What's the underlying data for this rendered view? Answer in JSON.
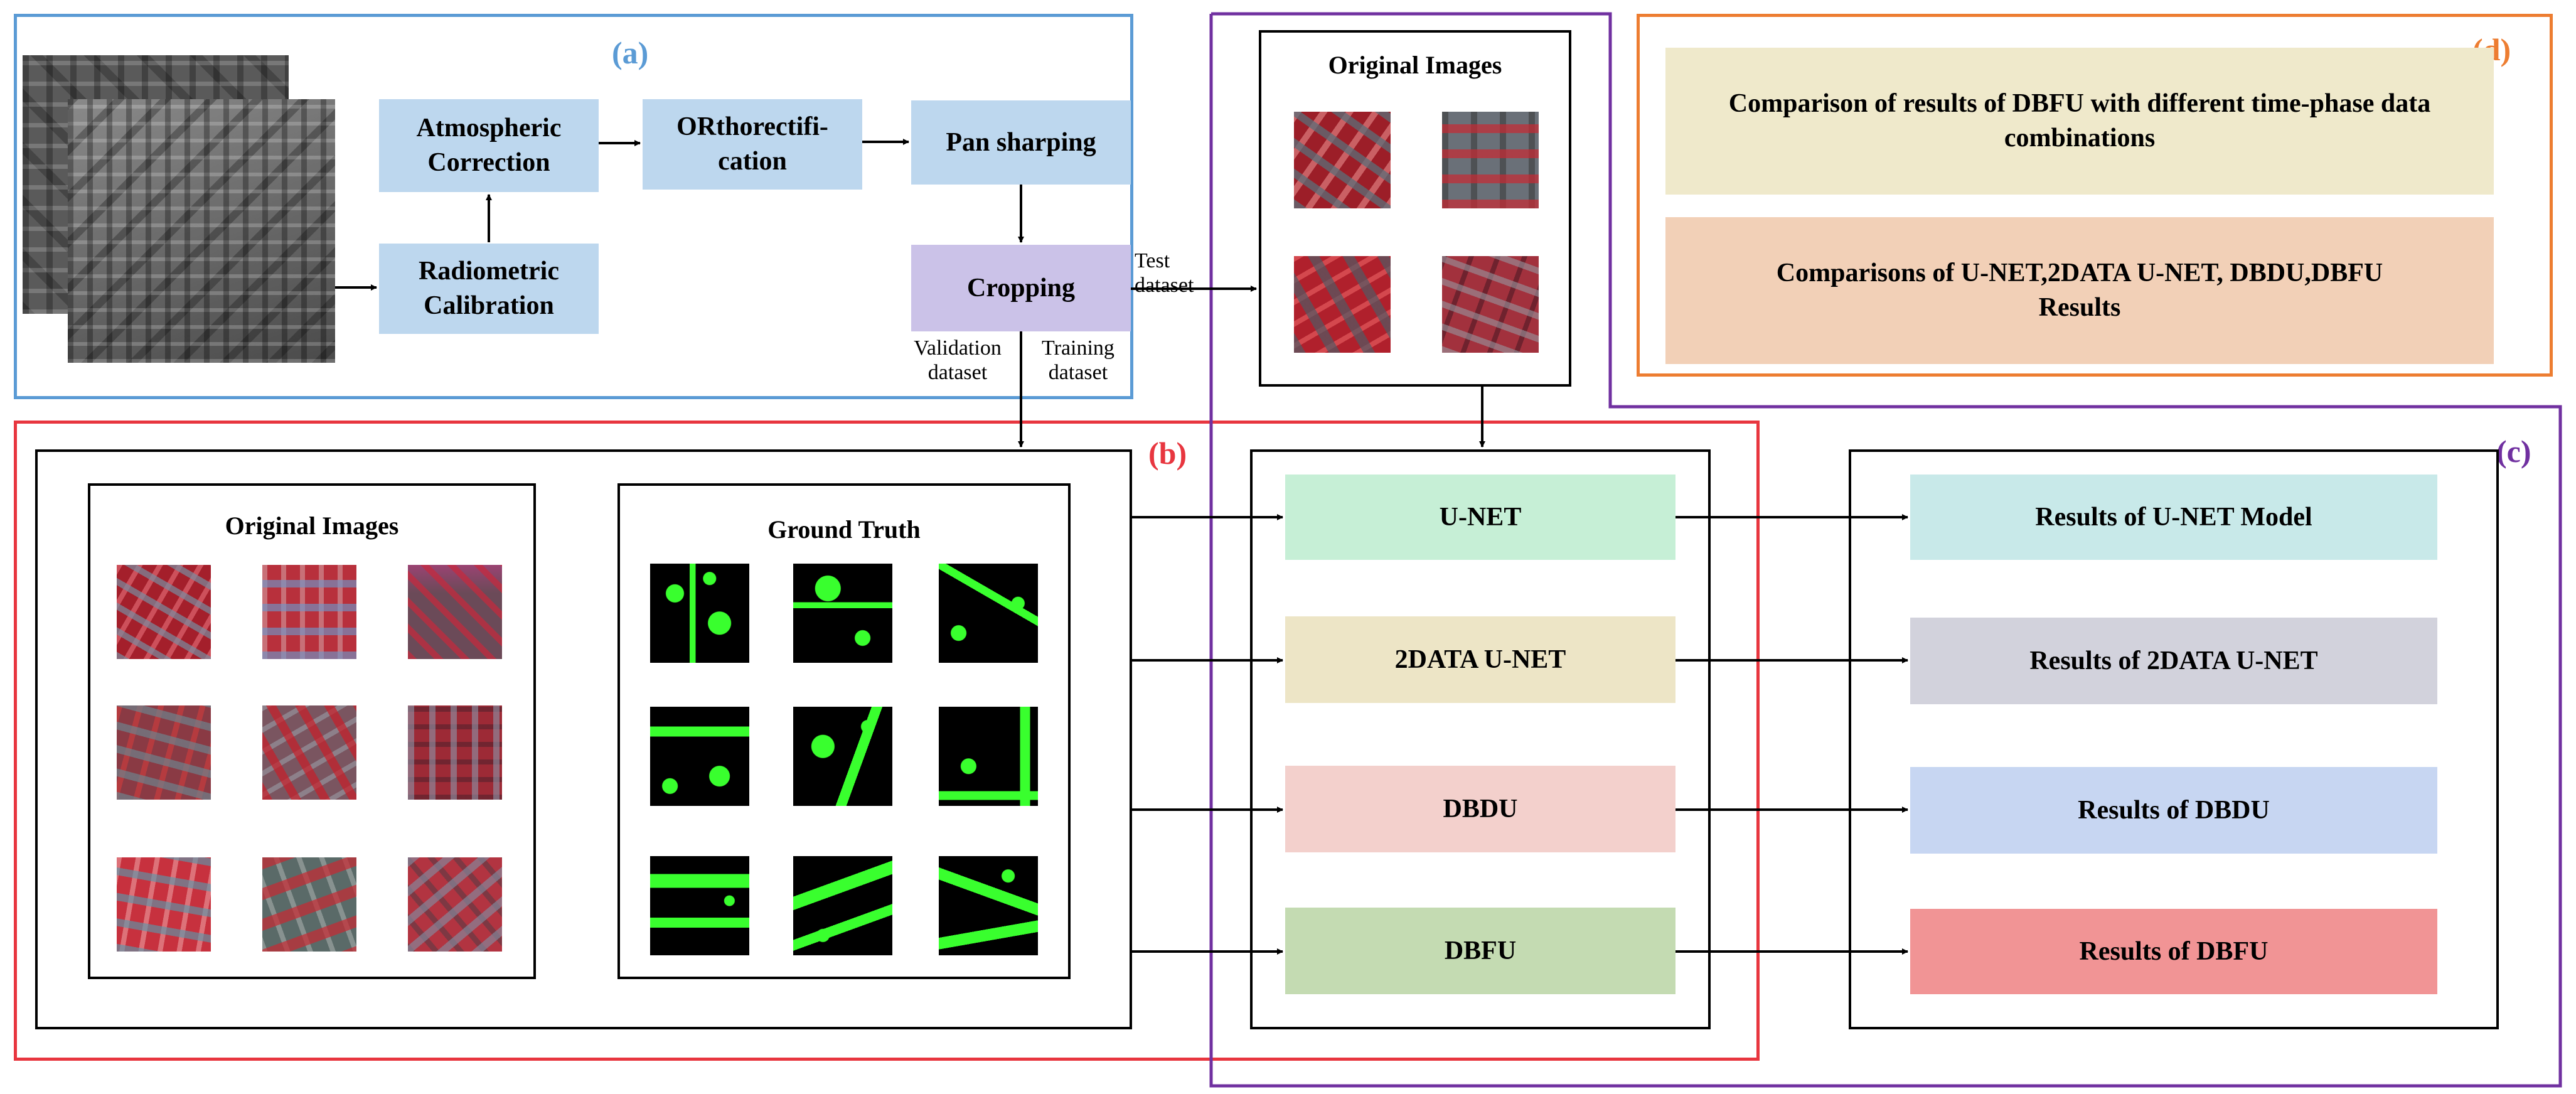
{
  "colors": {
    "region_a": "#5b9bd5",
    "region_b": "#e8363f",
    "region_c": "#7030a0",
    "region_d": "#ed7d31",
    "step_blue": "#bdd7ee",
    "cropping": "#cbc2e8",
    "unet": "#c6efd6",
    "data2_unet": "#ede5c6",
    "dbdu": "#f3d0cc",
    "dbfu": "#c4dbb2",
    "res_unet": "#c8e9e9",
    "res_2data": "#d2d2dc",
    "res_dbdu": "#c7d6f2",
    "res_dbfu": "#f19495",
    "d_top": "#efe9cb",
    "d_bottom": "#f2d0b7",
    "mask_green": "#39ff2e"
  },
  "regions": {
    "a": "(a)",
    "b": "(b)",
    "c": "(c)",
    "d": "(d)"
  },
  "preprocessing": {
    "atmospheric": "Atmospheric Correction",
    "radiometric": "Radiometric Calibration",
    "orthorectification": "ORthorectifi- cation",
    "pan_sharping": "Pan sharping",
    "cropping": "Cropping"
  },
  "datasets": {
    "test": "Test dataset",
    "validation": "Validation dataset",
    "training": "Training dataset"
  },
  "panels": {
    "original_images_test": "Original Images",
    "original_images_train": "Original Images",
    "ground_truth": "Ground Truth"
  },
  "models": {
    "unet": "U-NET",
    "data2_unet": "2DATA U-NET",
    "dbdu": "DBDU",
    "dbfu": "DBFU"
  },
  "results": {
    "unet": "Results of U-NET Model",
    "data2_unet": "Results of 2DATA U-NET",
    "dbdu": "Results of DBDU",
    "dbfu": "Results of DBFU"
  },
  "comparisons": {
    "time_phase": "Comparison of  results of DBFU with different time-phase data combinations",
    "models": "Comparisons of U-NET,2DATA U-NET, DBDU,DBFU Results"
  }
}
